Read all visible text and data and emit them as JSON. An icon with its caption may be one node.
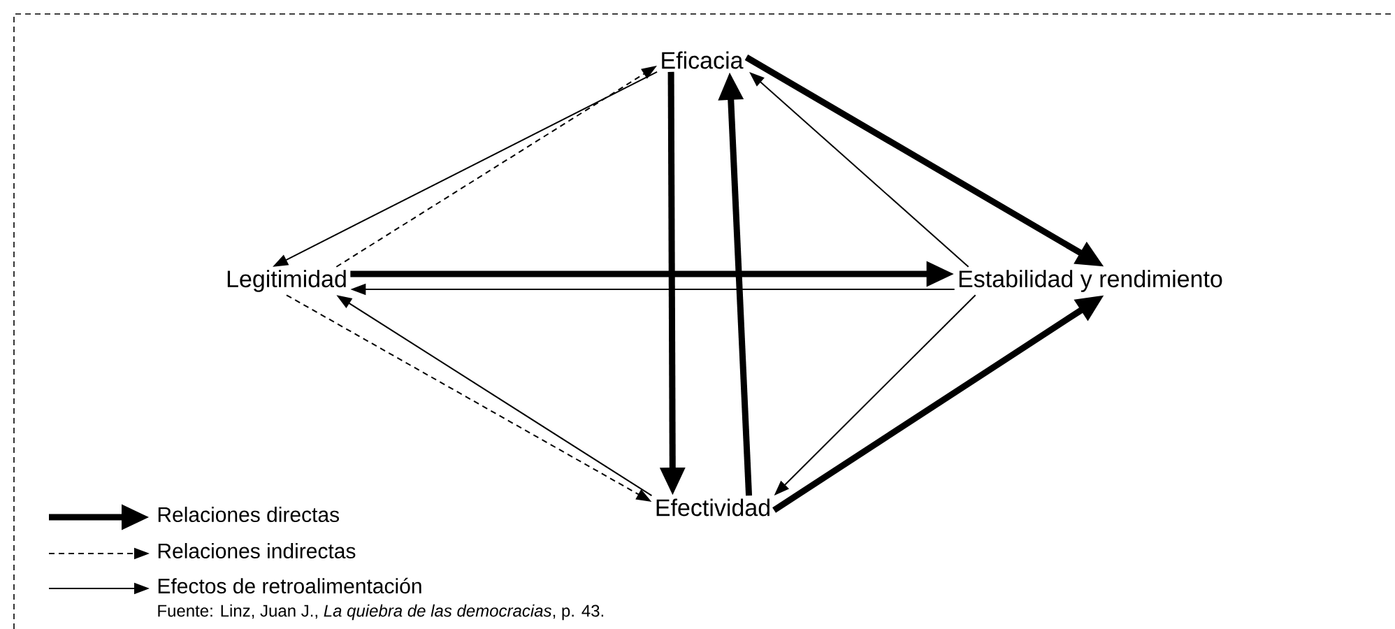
{
  "diagram": {
    "nodes": [
      {
        "text": [
          "Legitimidad"
        ]
      },
      {
        "text": [
          "Eficacia"
        ]
      },
      {
        "text": [
          "Estabilidad y rendimiento"
        ]
      },
      {
        "text": [
          "Efectividad"
        ]
      }
    ],
    "edges": [
      {
        "from": 0,
        "to": 1,
        "arrow": "to",
        "style": "dashed"
      },
      {
        "from": 1,
        "to": 0,
        "arrow": "to"
      },
      {
        "from": 1,
        "to": 2,
        "arrow": "to",
        "style": "thick"
      },
      {
        "from": 2,
        "to": 1,
        "arrow": "to"
      },
      {
        "from": 0,
        "to": 3,
        "arrow": "to",
        "style": "dashed"
      },
      {
        "from": 3,
        "to": 0,
        "arrow": "to"
      },
      {
        "from": 3,
        "to": 2,
        "arrow": "to",
        "style": "thick"
      },
      {
        "from": 2,
        "to": 3,
        "arrow": "to"
      },
      {
        "from": 1,
        "to": 3,
        "arrow": "to",
        "style": "thick"
      },
      {
        "from": 3,
        "to": 1,
        "arrow": "to",
        "style": "thick"
      },
      {
        "from": 0,
        "to": 2,
        "arrow": "to",
        "style": "thick"
      },
      {
        "from": 2,
        "to": 0,
        "arrow": "to"
      }
    ],
    "labels": [
      "Fuente: Linz, Juan J., *La quiebra de las democracias*, p. 43."
    ],
    "legend": [
      {
        "text": "Relaciones directas"
      },
      {
        "text": "Relaciones indirectas"
      },
      {
        "text": "Efectos de retroalimentación"
      }
    ]
  }
}
